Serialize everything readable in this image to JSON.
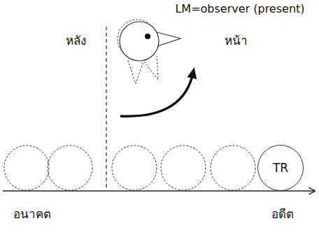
{
  "diagram": {
    "nodes": [
      {
        "text": [
          "TR"
        ]
      }
    ],
    "labels": [
      "LM=observer (present)",
      "หลัง",
      "หน้า",
      "อนาคต",
      "อดีต"
    ]
  }
}
